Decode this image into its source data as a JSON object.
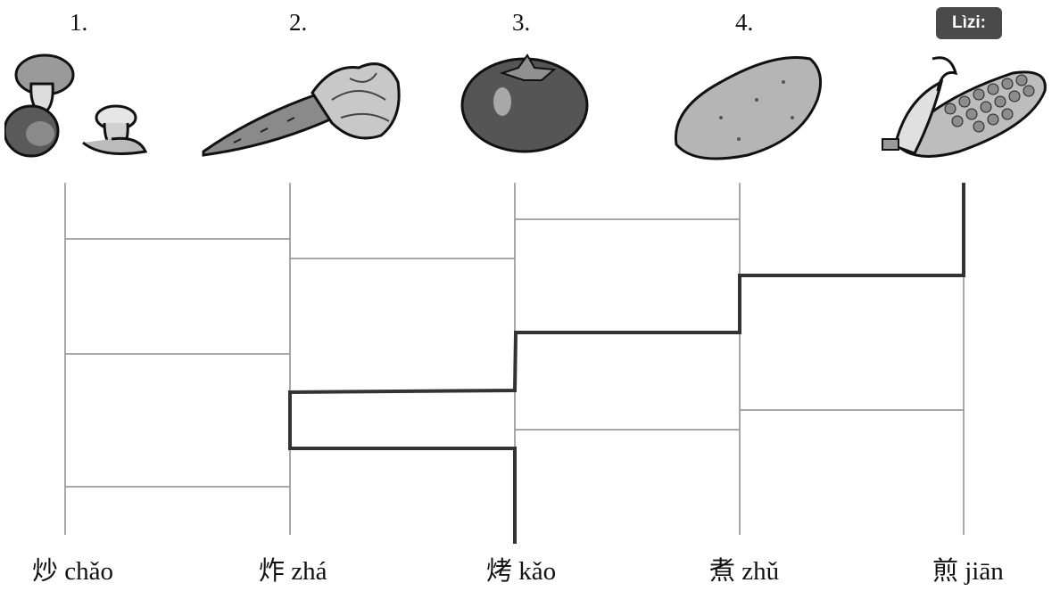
{
  "columns": [
    {
      "number": "1.",
      "picture": "mushrooms",
      "label": "炒 chǎo"
    },
    {
      "number": "2.",
      "picture": "carrot",
      "label": "炸 zhá"
    },
    {
      "number": "3.",
      "picture": "tomato",
      "label": "烤 kǎo"
    },
    {
      "number": "4.",
      "picture": "potato",
      "label": "煮 zhǔ"
    },
    {
      "picture": "corn",
      "label": "煎 jiān"
    }
  ],
  "example_badge": "Lìzi:",
  "colors": {
    "badge": "#4a4a4a",
    "thin_line": "#8c8c8c",
    "path": "#333333"
  }
}
